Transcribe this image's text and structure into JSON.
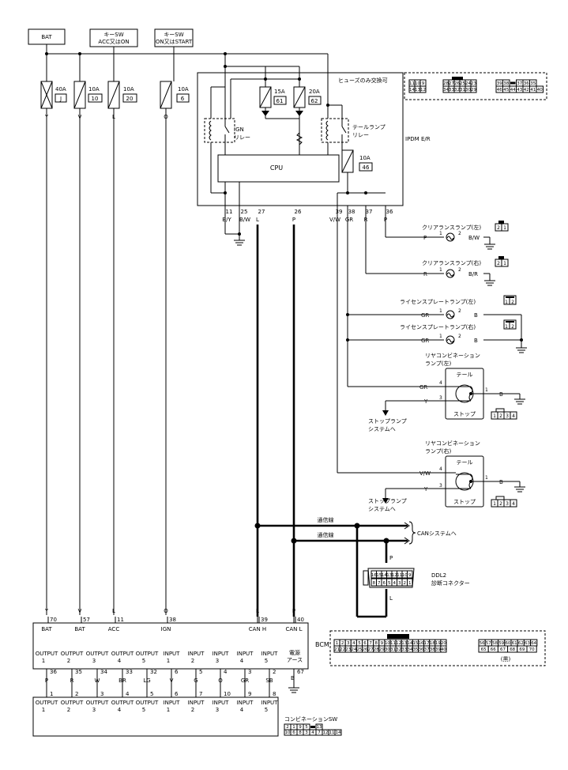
{
  "sources": {
    "bat": "BAT",
    "key_acc_1": "キーSW",
    "key_acc_2": "ACC又はON",
    "key_on_1": "キーSW",
    "key_on_2": "ON又はSTART"
  },
  "fuses": [
    {
      "amp": "40A",
      "id": "J",
      "wire": "Y"
    },
    {
      "amp": "10A",
      "id": "10",
      "wire": "V"
    },
    {
      "amp": "10A",
      "id": "20",
      "wire": "L"
    },
    {
      "amp": "10A",
      "id": "6",
      "wire": "O"
    }
  ],
  "ipdm": {
    "name": "IPDM E/R",
    "fuse_note": "ヒューズのみ交換可",
    "cpu": "CPU",
    "fuse_15a": {
      "amp": "15A",
      "id": "61"
    },
    "fuse_20a": {
      "amp": "20A",
      "id": "62"
    },
    "fuse_10a": {
      "amp": "10A",
      "id": "46"
    },
    "ign_relay_1": "IGN",
    "ign_relay_2": "リレー",
    "tail_relay_1": "テールランプ",
    "tail_relay_2": "リレー",
    "pins": [
      {
        "pin": "11",
        "wire": "B/Y"
      },
      {
        "pin": "25",
        "wire": "B/W"
      },
      {
        "pin": "27",
        "wire": "L"
      },
      {
        "pin": "26",
        "wire": "P"
      },
      {
        "pin": "39",
        "wire": "V/W"
      },
      {
        "pin": "38",
        "wire": "GR"
      },
      {
        "pin": "37",
        "wire": "R"
      },
      {
        "pin": "36",
        "wire": "P"
      }
    ],
    "connectors": {
      "a_top": [
        "11",
        "10",
        "9"
      ],
      "a_bot": [
        "14",
        "13",
        "12"
      ],
      "b_top": [
        "28",
        "27",
        "26",
        "25",
        "24",
        "23"
      ],
      "b_bot": [
        "34",
        "33",
        "32",
        "31",
        "30",
        "29"
      ],
      "c_top": [
        "39",
        "38",
        "",
        "37",
        "36",
        "35"
      ],
      "c_bot": [
        "46",
        "45",
        "44",
        "43",
        "42",
        "41",
        "40"
      ]
    }
  },
  "lamps": {
    "clearance_left": {
      "label": "クリアランスランプ(左)",
      "in": "P",
      "out": "B/W",
      "p1": "1",
      "p2": "2",
      "conn": [
        "2",
        "1"
      ]
    },
    "clearance_right": {
      "label": "クリアランスランプ(右)",
      "in": "R",
      "out": "B/R",
      "p1": "1",
      "p2": "2",
      "conn": [
        "2",
        "1"
      ]
    },
    "license_left": {
      "label": "ライセンスプレートランプ(左)",
      "in": "GR",
      "out": "B",
      "p1": "1",
      "p2": "2",
      "conn": [
        "1",
        "2"
      ]
    },
    "license_right": {
      "label": "ライセンスプレートランプ(右)",
      "in": "GR",
      "out": "B",
      "p1": "1",
      "p2": "2",
      "conn": [
        "1",
        "2"
      ]
    }
  },
  "rear_combo": [
    {
      "title_1": "リヤコンビネーション",
      "title_2": "ランプ(左)",
      "tail": "テール",
      "stop": "ストップ",
      "tail_wire": "GR",
      "stop_wire": "Y",
      "gnd_wire": "B",
      "pin_tail": "4",
      "pin_stop": "3",
      "pin_gnd": "1",
      "to_stop_1": "ストップランプ",
      "to_stop_2": "システムへ",
      "conn": [
        "1",
        "2",
        "3",
        "4"
      ]
    },
    {
      "title_1": "リヤコンビネーション",
      "title_2": "ランプ(右)",
      "tail": "テール",
      "stop": "ストップ",
      "tail_wire": "V/W",
      "stop_wire": "Y",
      "gnd_wire": "B",
      "pin_tail": "4",
      "pin_stop": "3",
      "pin_gnd": "1",
      "to_stop_1": "ストップランプ",
      "to_stop_2": "システムへ",
      "conn": [
        "1",
        "2",
        "3",
        "4"
      ]
    }
  ],
  "can": {
    "line_label_1": "通信線",
    "line_label_2": "通信線",
    "system": "CANシステムへ",
    "wire_p": "P",
    "wire_l": "L",
    "ddl_1": "DDL2",
    "ddl_2": "診断コネクター",
    "ddl_top": [
      "16",
      "15",
      "14",
      "13",
      "12",
      "11",
      "10",
      "9"
    ],
    "ddl_bot": [
      "8",
      "7",
      "6",
      "5",
      "4",
      "3",
      "2",
      "1"
    ]
  },
  "bcm": {
    "name": "BCM",
    "top_pins": [
      {
        "wire": "Y",
        "pin": "70",
        "label": "BAT"
      },
      {
        "wire": "V",
        "pin": "57",
        "label": "BAT"
      },
      {
        "wire": "L",
        "pin": "11",
        "label": "ACC"
      },
      {
        "wire": "O",
        "pin": "38",
        "label": "IGN"
      },
      {
        "wire": "L",
        "pin": "39",
        "label": "CAN H"
      },
      {
        "wire": "P",
        "pin": "40",
        "label": "CAN L"
      }
    ],
    "io": [
      {
        "l1": "OUTPUT",
        "l2": "1",
        "pin": "36",
        "wire": "P",
        "sw": "1"
      },
      {
        "l1": "OUTPUT",
        "l2": "2",
        "pin": "35",
        "wire": "R",
        "sw": "2"
      },
      {
        "l1": "OUTPUT",
        "l2": "3",
        "pin": "34",
        "wire": "W",
        "sw": "3"
      },
      {
        "l1": "OUTPUT",
        "l2": "4",
        "pin": "33",
        "wire": "BR",
        "sw": "4"
      },
      {
        "l1": "OUTPUT",
        "l2": "5",
        "pin": "32",
        "wire": "LG",
        "sw": "5"
      },
      {
        "l1": "INPUT",
        "l2": "1",
        "pin": "6",
        "wire": "V",
        "sw": "6"
      },
      {
        "l1": "INPUT",
        "l2": "2",
        "pin": "5",
        "wire": "G",
        "sw": "7"
      },
      {
        "l1": "INPUT",
        "l2": "3",
        "pin": "4",
        "wire": "O",
        "sw": "10"
      },
      {
        "l1": "INPUT",
        "l2": "4",
        "pin": "3",
        "wire": "GR",
        "sw": "9"
      },
      {
        "l1": "INPUT",
        "l2": "5",
        "pin": "2",
        "wire": "SB",
        "sw": "8"
      }
    ],
    "power_ground_1": "電源",
    "power_ground_2": "アース",
    "power_ground_pin": "67",
    "power_ground_wire": "B",
    "connector_note": "(黒)",
    "conn_a_top": [
      "1",
      "2",
      "3",
      "4",
      "5",
      "6",
      "7",
      "8",
      "9",
      "10",
      "11",
      "12",
      "13",
      "14",
      "15",
      "16",
      "17",
      "18",
      "19",
      "20"
    ],
    "conn_a_bot": [
      "21",
      "22",
      "23",
      "24",
      "25",
      "26",
      "27",
      "28",
      "29",
      "30",
      "31",
      "32",
      "33",
      "34",
      "35",
      "36",
      "37",
      "38",
      "39",
      "40"
    ],
    "conn_b_top": [
      "56",
      "57",
      "58",
      "59",
      "60",
      "61",
      "62",
      "63",
      "64"
    ],
    "conn_b_bot": [
      "65",
      "66",
      "67",
      "68",
      "69",
      "70"
    ]
  },
  "combo_sw": {
    "name": "コンビネーションSW",
    "conn_top": [
      "2",
      "1",
      "9",
      "5",
      "",
      "13"
    ],
    "conn_bot": [
      "10",
      "6",
      "8",
      "3",
      "4",
      "7",
      "12",
      "11",
      "14"
    ]
  }
}
